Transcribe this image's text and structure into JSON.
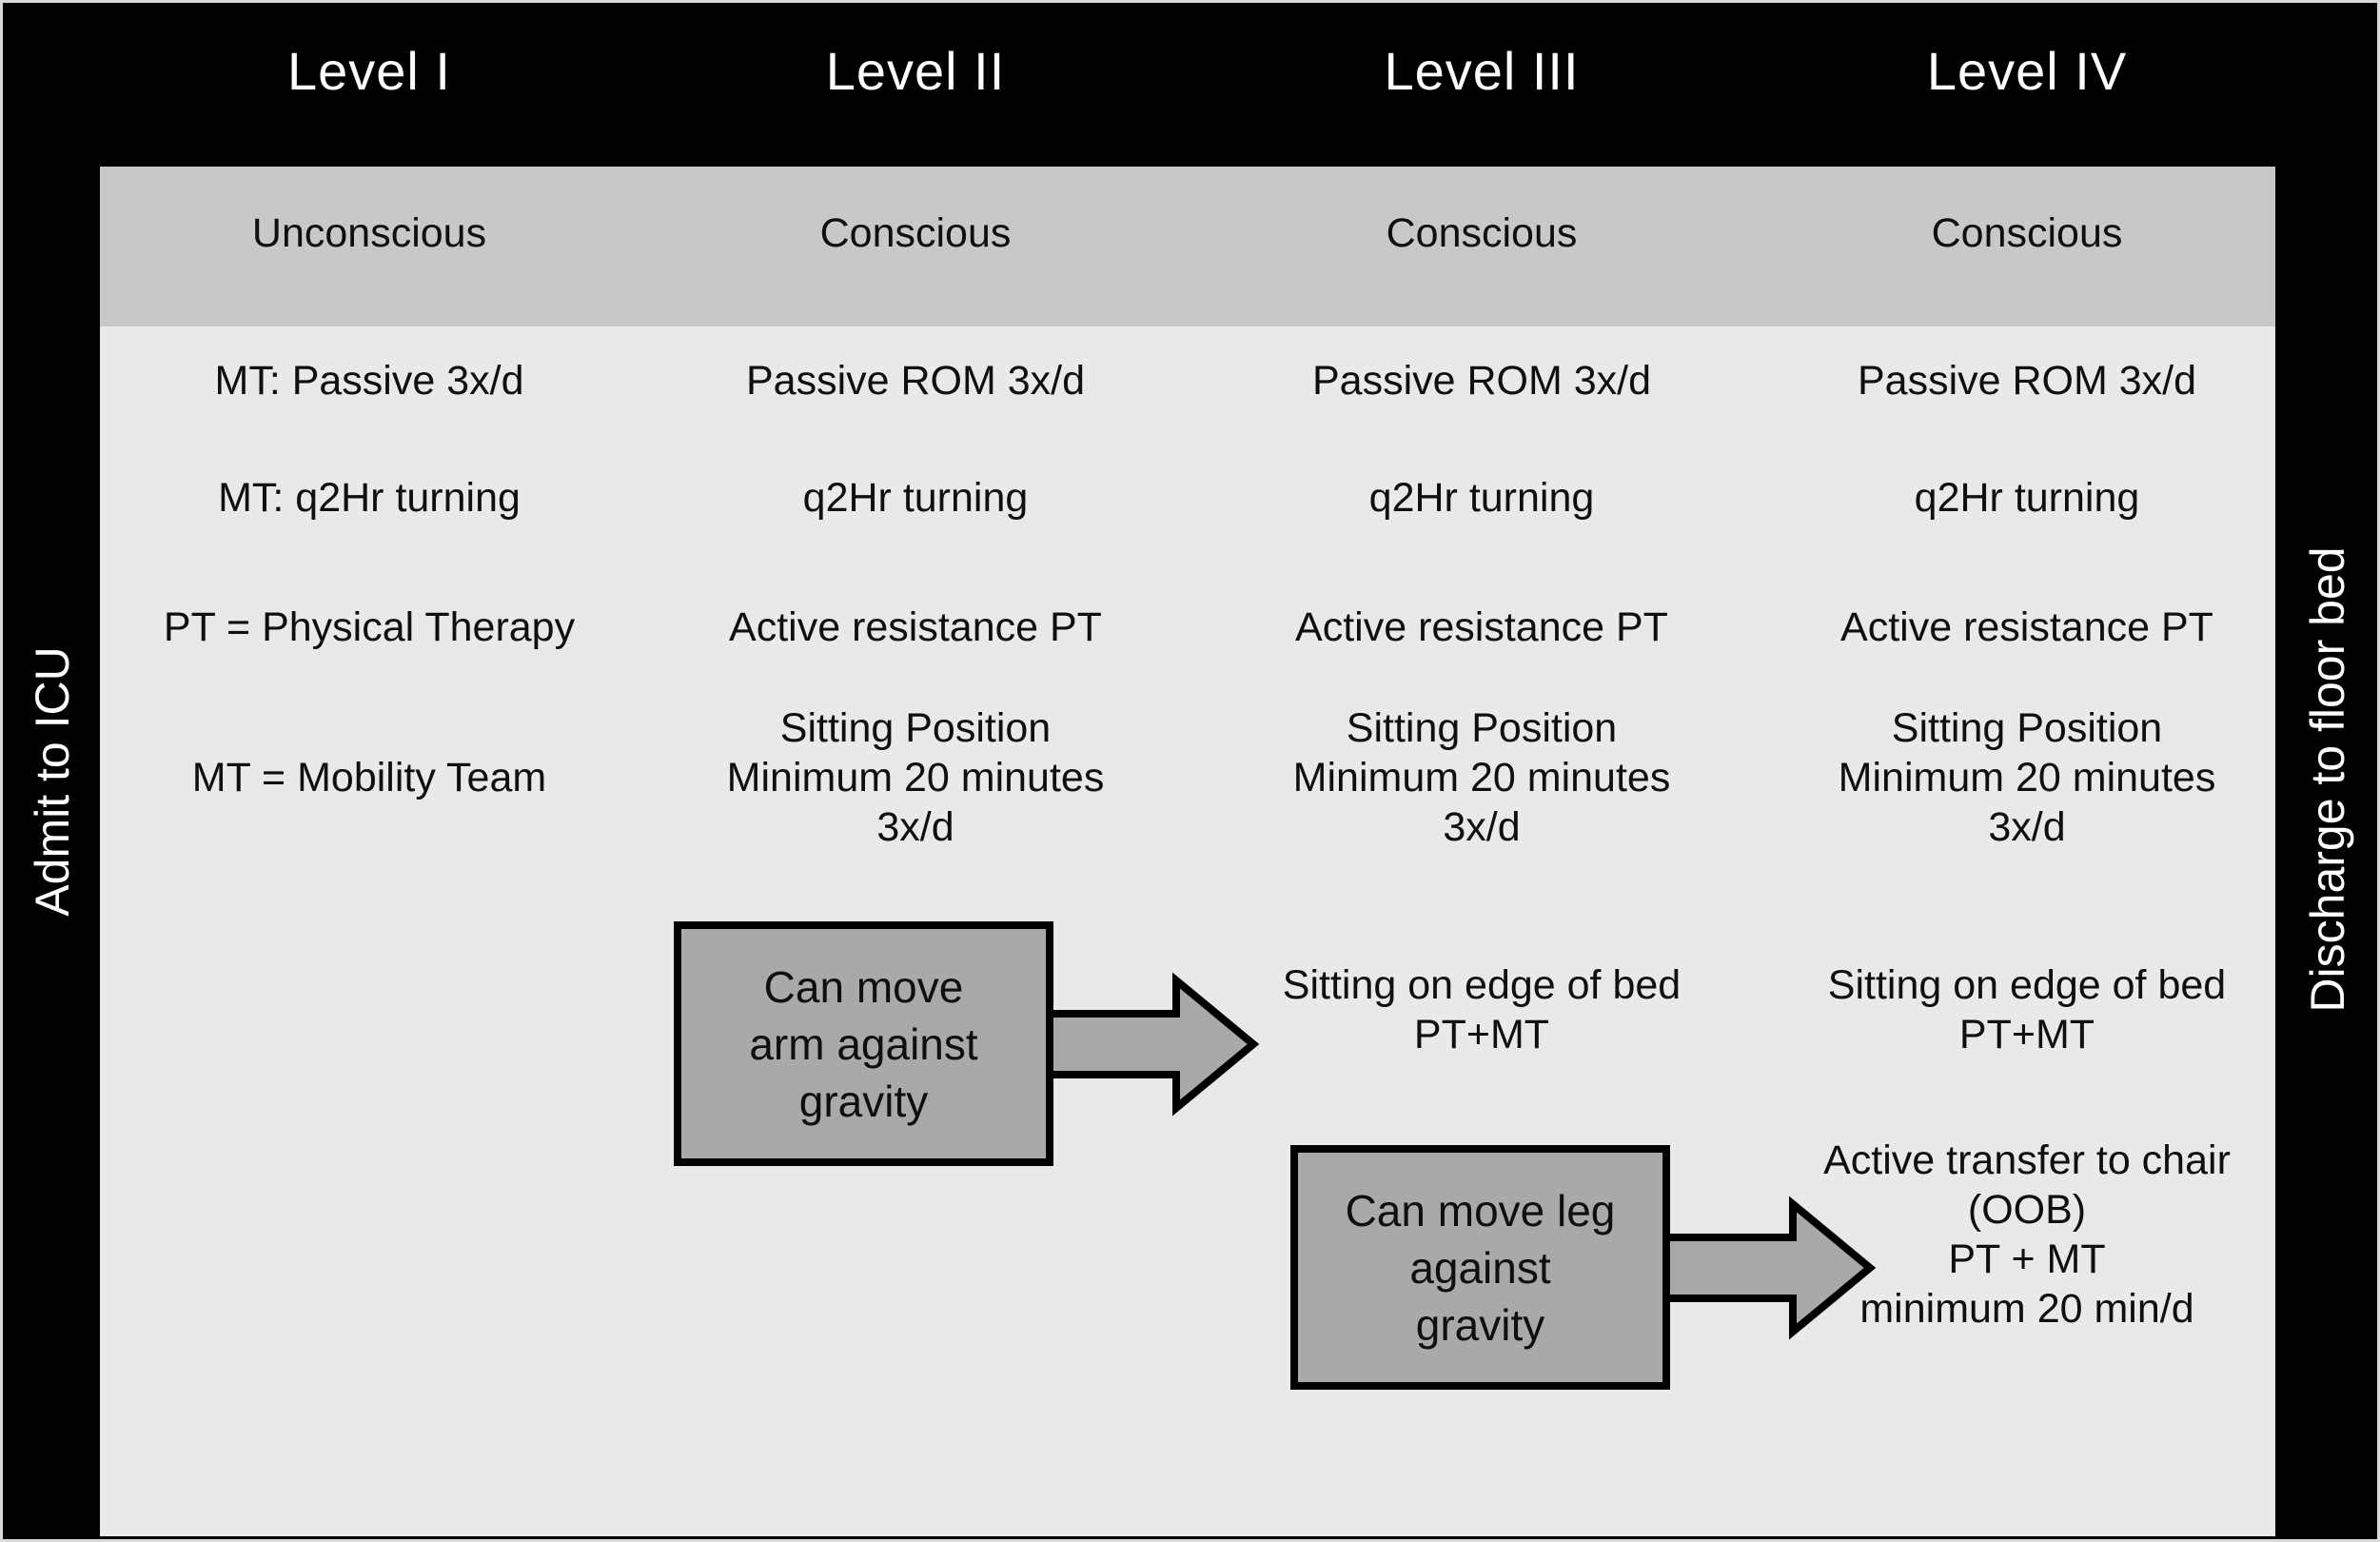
{
  "columns": [
    {
      "level": "Level I",
      "state": "Unconscious",
      "rows": [
        "MT: Passive 3x/d",
        "MT: q2Hr turning",
        "PT = Physical Therapy",
        "MT = Mobility Team"
      ]
    },
    {
      "level": "Level II",
      "state": "Conscious",
      "rows": [
        "Passive ROM 3x/d",
        "q2Hr turning",
        "Active resistance PT",
        "Sitting Position\nMinimum 20 minutes\n3x/d"
      ]
    },
    {
      "level": "Level III",
      "state": "Conscious",
      "rows": [
        "Passive ROM 3x/d",
        "q2Hr turning",
        "Active resistance PT",
        "Sitting Position\nMinimum 20 minutes\n3x/d",
        "Sitting on edge of bed\nPT+MT"
      ]
    },
    {
      "level": "Level IV",
      "state": "Conscious",
      "rows": [
        "Passive ROM 3x/d",
        "q2Hr turning",
        "Active resistance PT",
        "Sitting Position\nMinimum 20 minutes\n3x/d",
        "Sitting on edge of bed\nPT+MT",
        "Active transfer to chair\n(OOB)\nPT + MT\nminimum 20 min/d"
      ]
    }
  ],
  "rails": {
    "left": "Admit to ICU",
    "right": "Discharge to floor bed"
  },
  "callouts": [
    {
      "text": "Can move\narm against\ngravity"
    },
    {
      "text": "Can move leg\nagainst\ngravity"
    }
  ],
  "colors": {
    "background": "#000000",
    "band": "#c8c8c8",
    "panel": "#e9e9e9",
    "callout_fill": "#a9a9a9",
    "header_text": "#ffffff",
    "body_text": "#0f0f0f",
    "outer_border": "#d9d9d9"
  }
}
